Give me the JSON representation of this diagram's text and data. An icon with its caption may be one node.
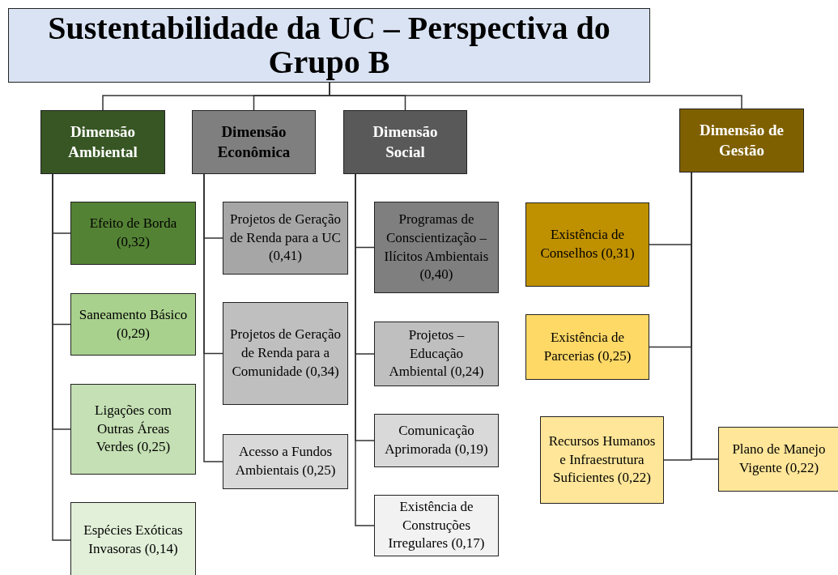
{
  "diagram": {
    "nodes": [
      {
        "text": [
          "Sustentabilidade da UC – Perspectiva do Grupo B"
        ]
      },
      {
        "text": [
          "Dimensão Ambiental"
        ]
      },
      {
        "text": [
          "Dimensão Econômica"
        ]
      },
      {
        "text": [
          "Dimensão Social"
        ]
      },
      {
        "text": [
          "Dimensão de Gestão"
        ]
      },
      {
        "text": [
          "Efeito de Borda (0,32)"
        ]
      },
      {
        "text": [
          "Saneamento Básico (0,29)"
        ]
      },
      {
        "text": [
          "Ligações com Outras Áreas Verdes (0,25)"
        ]
      },
      {
        "text": [
          "Espécies Exóticas Invasoras (0,14)"
        ]
      },
      {
        "text": [
          "Projetos de Geração de Renda para a UC (0,41)"
        ]
      },
      {
        "text": [
          "Projetos de Geração de Renda para a Comunidade (0,34)"
        ]
      },
      {
        "text": [
          "Acesso a Fundos Ambientais (0,25)"
        ]
      },
      {
        "text": [
          "Programas de Conscientização – Ilícitos Ambientais (0,40)"
        ]
      },
      {
        "text": [
          "Projetos – Educação Ambiental (0,24)"
        ]
      },
      {
        "text": [
          "Comunicação Aprimorada (0,19)"
        ]
      },
      {
        "text": [
          "Existência de Construções Irregulares (0,17)"
        ]
      },
      {
        "text": [
          "Existência de Conselhos (0,31)"
        ]
      },
      {
        "text": [
          "Existência de Parcerias (0,25)"
        ]
      },
      {
        "text": [
          "Recursos Humanos e Infraestrutura Suficientes (0,22)"
        ]
      },
      {
        "text": [
          "Plano de Manejo Vigente (0,22)"
        ]
      }
    ],
    "edges": [
      {
        "from": 0,
        "to": 1,
        "arrow": "none"
      },
      {
        "from": 0,
        "to": 2,
        "arrow": "none"
      },
      {
        "from": 0,
        "to": 3,
        "arrow": "none"
      },
      {
        "from": 0,
        "to": 4,
        "arrow": "none"
      },
      {
        "from": 1,
        "to": 5,
        "arrow": "none"
      },
      {
        "from": 1,
        "to": 6,
        "arrow": "none"
      },
      {
        "from": 1,
        "to": 7,
        "arrow": "none"
      },
      {
        "from": 1,
        "to": 8,
        "arrow": "none"
      },
      {
        "from": 2,
        "to": 9,
        "arrow": "none"
      },
      {
        "from": 2,
        "to": 10,
        "arrow": "none"
      },
      {
        "from": 2,
        "to": 11,
        "arrow": "none"
      },
      {
        "from": 3,
        "to": 12,
        "arrow": "none"
      },
      {
        "from": 3,
        "to": 13,
        "arrow": "none"
      },
      {
        "from": 3,
        "to": 14,
        "arrow": "none"
      },
      {
        "from": 3,
        "to": 15,
        "arrow": "none"
      },
      {
        "from": 4,
        "to": 16,
        "arrow": "none"
      },
      {
        "from": 4,
        "to": 17,
        "arrow": "none"
      },
      {
        "from": 4,
        "to": 18,
        "arrow": "none"
      },
      {
        "from": 4,
        "to": 19,
        "arrow": "none"
      }
    ]
  }
}
